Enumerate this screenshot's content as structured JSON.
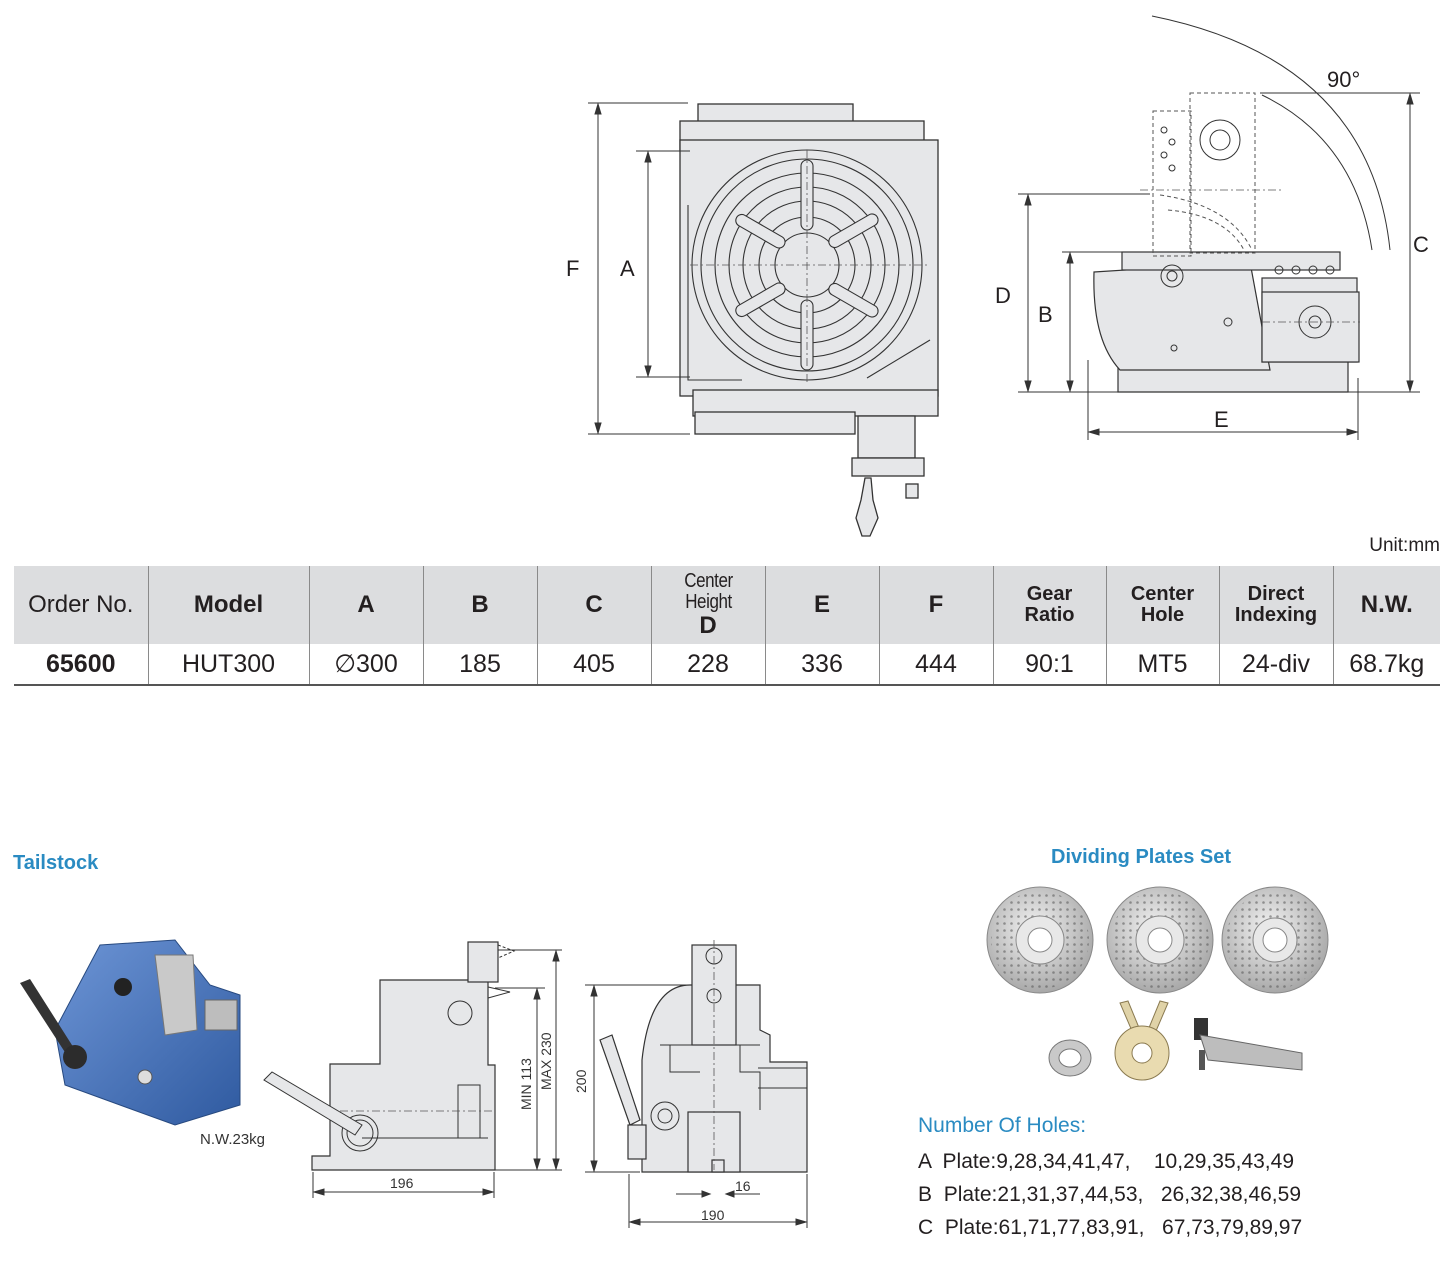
{
  "unit_label": "Unit:mm",
  "drawing_labels": {
    "F": "F",
    "A": "A",
    "D": "D",
    "B": "B",
    "C": "C",
    "E": "E",
    "angle": "90°"
  },
  "table": {
    "headers": {
      "order_no": "Order No.",
      "model": "Model",
      "a": "A",
      "b": "B",
      "c": "C",
      "d_top": "Center Height",
      "d_bottom": "D",
      "e": "E",
      "f": "F",
      "gear_1": "Gear",
      "gear_2": "Ratio",
      "hole_1": "Center",
      "hole_2": "Hole",
      "index_1": "Direct",
      "index_2": "Indexing",
      "nw": "N.W."
    },
    "row": {
      "order_no": "65600",
      "model": "HUT300",
      "a": "∅300",
      "b": "185",
      "c": "405",
      "d": "228",
      "e": "336",
      "f": "444",
      "gear_ratio": "90:1",
      "center_hole": "MT5",
      "direct_indexing": "24-div",
      "nw": "68.7kg"
    }
  },
  "tailstock": {
    "title": "Tailstock",
    "weight": "N.W.23kg",
    "dims": {
      "min": "MIN 113",
      "max": "MAX 230",
      "height": "200",
      "length": "196",
      "width": "190",
      "slot": "16"
    }
  },
  "dividing_plates": {
    "title": "Dividing Plates Set",
    "holes_title": "Number Of Holes:",
    "plates": [
      {
        "letter": "A",
        "label": "Plate:",
        "set1": "9,28,34,41,47,",
        "set2": "10,29,35,43,49"
      },
      {
        "letter": "B",
        "label": "Plate:",
        "set1": "21,31,37,44,53,",
        "set2": "26,32,38,46,59"
      },
      {
        "letter": "C",
        "label": "Plate:",
        "set1": "61,71,77,83,91,",
        "set2": "67,73,79,89,97"
      }
    ]
  },
  "colors": {
    "drawing_fill": "#e6e7e9",
    "header_bg": "#dcdddf",
    "accent_blue": "#2a8bc2",
    "tailstock_blue": "#3d6bb3"
  }
}
